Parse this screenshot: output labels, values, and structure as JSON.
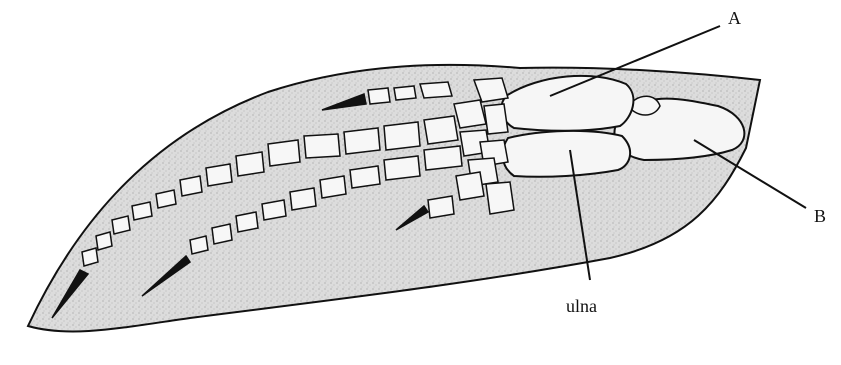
{
  "labels": {
    "a": "A",
    "b": "B",
    "ulna": "ulna"
  },
  "colors": {
    "flipper_fill": "#d9d9d9",
    "bone_fill": "#f7f7f7",
    "outline": "#111111"
  }
}
